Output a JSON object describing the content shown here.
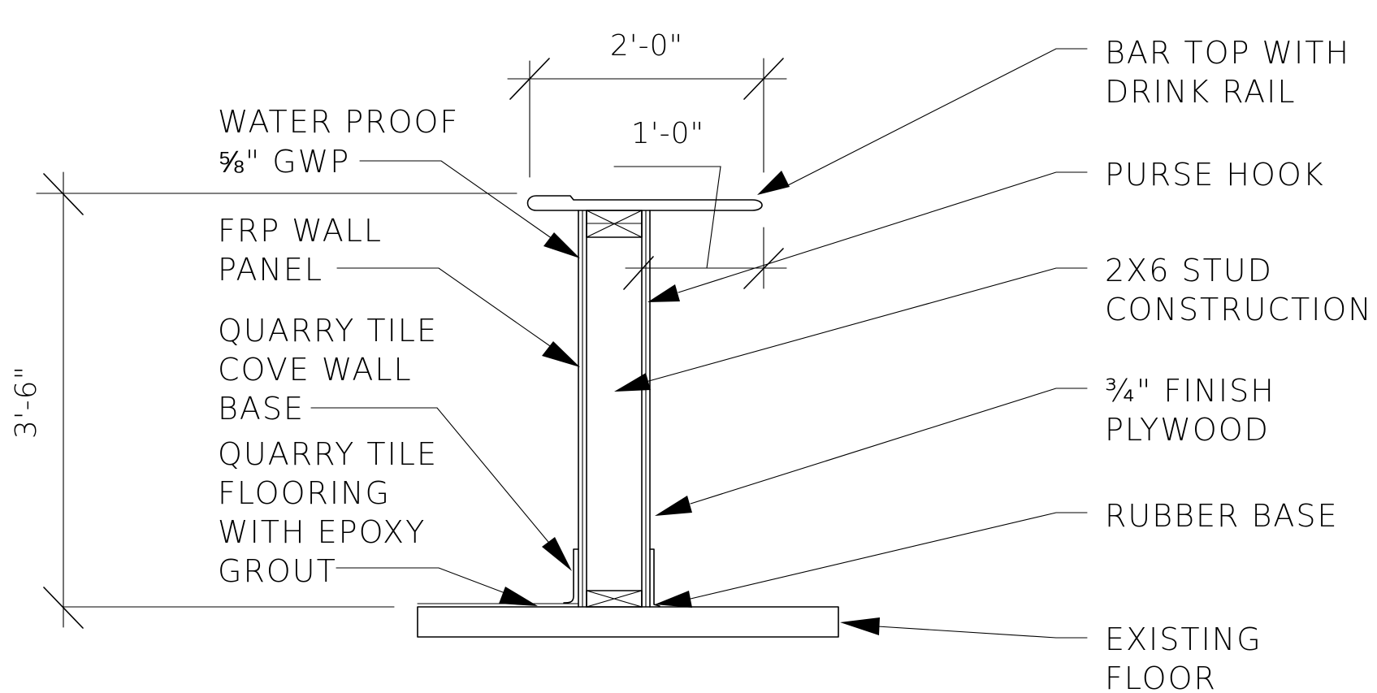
{
  "dimensions": {
    "overall_width": "2'-0\"",
    "overhang": "1'-0\"",
    "height": "3'-6\""
  },
  "labels": {
    "water_proof": [
      "WATER PROOF",
      "⅝\" GWP"
    ],
    "frp_panel": [
      "FRP WALL",
      "PANEL"
    ],
    "cove_base": [
      "QUARRY TILE",
      "COVE WALL",
      "BASE"
    ],
    "tile_flooring": [
      "QUARRY TILE",
      "FLOORING",
      "WITH EPOXY",
      "GROUT"
    ],
    "bar_top": [
      "BAR TOP WITH",
      "DRINK RAIL"
    ],
    "purse_hook": [
      "PURSE HOOK"
    ],
    "stud": [
      "2X6 STUD",
      "CONSTRUCTION"
    ],
    "plywood": [
      "¾\" FINISH",
      "PLYWOOD"
    ],
    "rubber_base": [
      "RUBBER BASE"
    ],
    "existing_floor": [
      "EXISTING",
      "FLOOR"
    ]
  }
}
